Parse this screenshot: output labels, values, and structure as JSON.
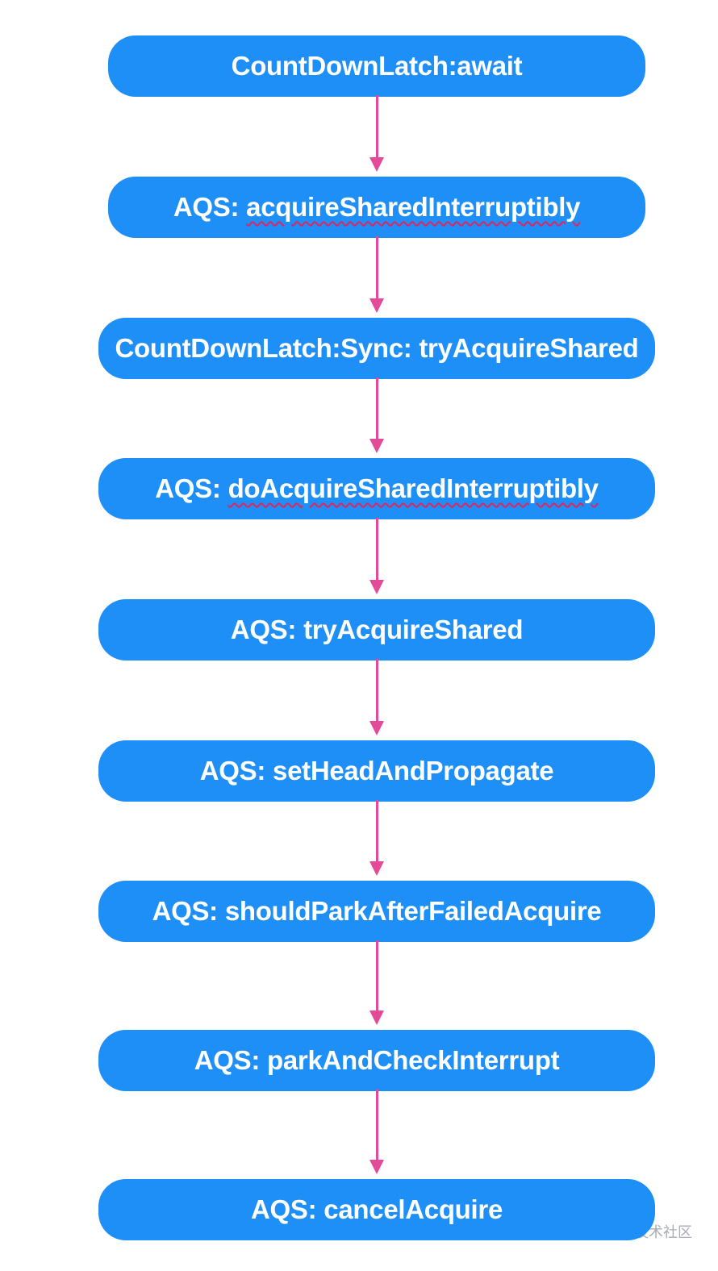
{
  "nodes": [
    {
      "prefix": "",
      "label": "CountDownLatch:await",
      "spellcheck": false
    },
    {
      "prefix": "AQS:",
      "label": "acquireSharedInterruptibly",
      "spellcheck": true
    },
    {
      "prefix": "",
      "label": "CountDownLatch:Sync: tryAcquireShared",
      "spellcheck": false
    },
    {
      "prefix": "AQS:",
      "label": "doAcquireSharedInterruptibly",
      "spellcheck": true
    },
    {
      "prefix": "AQS:",
      "label": "tryAcquireShared",
      "spellcheck": false
    },
    {
      "prefix": "AQS:",
      "label": "setHeadAndPropagate",
      "spellcheck": false
    },
    {
      "prefix": "AQS:",
      "label": "shouldParkAfterFailedAcquire",
      "spellcheck": false
    },
    {
      "prefix": "AQS:",
      "label": "parkAndCheckInterrupt",
      "spellcheck": false
    },
    {
      "prefix": "AQS:",
      "label": "cancelAcquire",
      "spellcheck": false
    }
  ],
  "watermark": "@稀土掘金技术社区",
  "colors": {
    "node_fill": "#1e8ff7",
    "node_text": "#ffffff",
    "arrow": "#e34a97",
    "spellcheck_underline": "#e0245e",
    "watermark": "#a9adb3"
  }
}
